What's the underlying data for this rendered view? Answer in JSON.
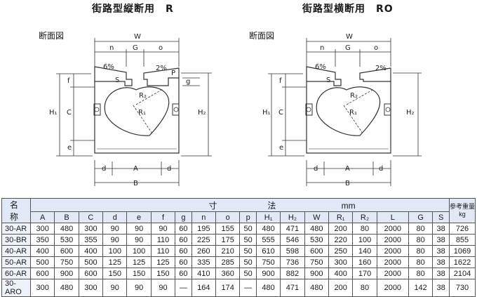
{
  "titles": {
    "left": "街路型縦断用　R",
    "right": "街路型横断用　RO"
  },
  "section_label": "断面図",
  "drawing_labels": {
    "W": "W",
    "n": "n",
    "G": "G",
    "o": "o",
    "slope_left": "6%",
    "slope_right": "2%",
    "S": "S",
    "P": "P",
    "g": "g",
    "f": "f",
    "C": "C",
    "e": "e",
    "H1": "H₁",
    "H2": "H₂",
    "R1": "R₁",
    "R2": "R₂",
    "d": "d",
    "A": "A",
    "B": "B"
  },
  "table": {
    "name_header": "名　称",
    "dimension_header": "寸　　　　　　法",
    "unit": "mm",
    "weight_header": [
      "参考重量",
      "kg"
    ],
    "columns": [
      "A",
      "B",
      "C",
      "d",
      "e",
      "f",
      "g",
      "n",
      "o",
      "p",
      "H₁",
      "H₂",
      "W",
      "R₁",
      "R₂",
      "L",
      "G",
      "S"
    ],
    "rows": [
      {
        "name": "30-AR",
        "values": [
          "300",
          "480",
          "300",
          "90",
          "90",
          "90",
          "60",
          "195",
          "155",
          "50",
          "480",
          "471",
          "480",
          "200",
          "80",
          "2000",
          "80",
          "38"
        ],
        "weight": "726"
      },
      {
        "name": "30-BR",
        "values": [
          "350",
          "530",
          "355",
          "90",
          "90",
          "110",
          "60",
          "225",
          "175",
          "50",
          "555",
          "546",
          "530",
          "220",
          "100",
          "2000",
          "80",
          "38"
        ],
        "weight": "855"
      },
      {
        "name": "40-AR",
        "values": [
          "400",
          "600",
          "400",
          "100",
          "100",
          "110",
          "60",
          "260",
          "210",
          "50",
          "610",
          "598",
          "600",
          "250",
          "140",
          "2000",
          "80",
          "38"
        ],
        "weight": "1069"
      },
      {
        "name": "50-AR",
        "values": [
          "500",
          "750",
          "500",
          "125",
          "125",
          "125",
          "60",
          "335",
          "285",
          "50",
          "750",
          "736",
          "750",
          "300",
          "160",
          "2000",
          "80",
          "38"
        ],
        "weight": "1622"
      },
      {
        "name": "60-AR",
        "values": [
          "600",
          "900",
          "600",
          "150",
          "150",
          "150",
          "60",
          "410",
          "360",
          "50",
          "900",
          "882",
          "900",
          "400",
          "170",
          "2000",
          "80",
          "38"
        ],
        "weight": "2104"
      },
      {
        "name": "30-ARO",
        "values": [
          "300",
          "480",
          "300",
          "90",
          "90",
          "90",
          "—",
          "164",
          "174",
          "—",
          "480",
          "471",
          "480",
          "200",
          "80",
          "2000",
          "142",
          "38"
        ],
        "weight": "730"
      }
    ]
  }
}
